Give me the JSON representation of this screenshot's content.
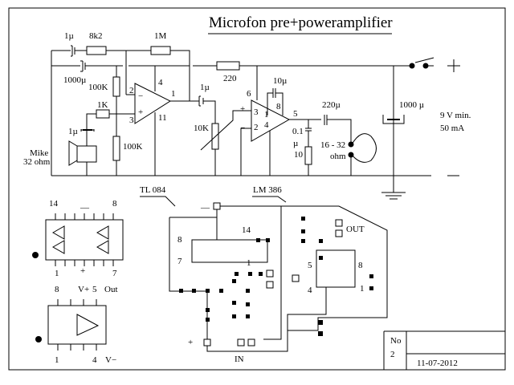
{
  "title": "Microfon pre+poweramplifier",
  "preamp": {
    "c_in1": "1µ",
    "r_8k2": "8k2",
    "r_1m": "1M",
    "c_1000": "1000µ",
    "r_100k_top": "100K",
    "r_1k": "1K",
    "c_mic": "1µ",
    "r_100k_bot": "100K",
    "mic_label": "Mike",
    "mic_ohm": "32 ohm",
    "pin2": "2",
    "pin3": "3",
    "pin4": "4",
    "pin1": "1",
    "pin11": "11",
    "minus": "−",
    "plus": "+"
  },
  "poweramp": {
    "c_coupling": "1µ",
    "r_220": "220",
    "pot_10k": "10K",
    "pin6": "6",
    "c_10u": "10µ",
    "pin3": "3",
    "pin1": "1",
    "pin8": "8",
    "pin2": "2",
    "pin4": "4",
    "pin5": "5",
    "plus": "+",
    "minus": "−",
    "c_220u": "220µ",
    "c_01": "0.1",
    "c_01_unit": "µ",
    "r_10": "10",
    "speaker_ohm1": "16 - 32",
    "speaker_ohm2": "ohm",
    "c_1000u": "1000 µ",
    "supply_v": "9 V min.",
    "supply_i": "50 mA",
    "supply_plus": "+",
    "supply_minus": "—"
  },
  "pinout": {
    "tl084_top_left": "14",
    "tl084_top_right": "8",
    "tl084_bottom_left": "1",
    "tl084_bottom_right": "7",
    "tl084_minus": "—",
    "tl084_plus": "+",
    "lm386_8": "8",
    "lm386_vplus": "V+",
    "lm386_5": "5",
    "lm386_out": "Out",
    "lm386_1": "1",
    "lm386_4": "4",
    "lm386_vminus": "V−"
  },
  "layout_board": {
    "tl084_label": "TL 084",
    "lm386_label": "LM 386",
    "minus": "—",
    "pin8": "8",
    "pin7": "7",
    "pin14": "14",
    "pin1": "1",
    "out": "OUT",
    "lm_pin5": "5",
    "lm_pin4": "4",
    "lm_pin8": "8",
    "lm_pin1": "1",
    "plus": "+",
    "in": "IN"
  },
  "title_block": {
    "no_label": "No",
    "no_value": "2",
    "date": "11-07-2012"
  }
}
